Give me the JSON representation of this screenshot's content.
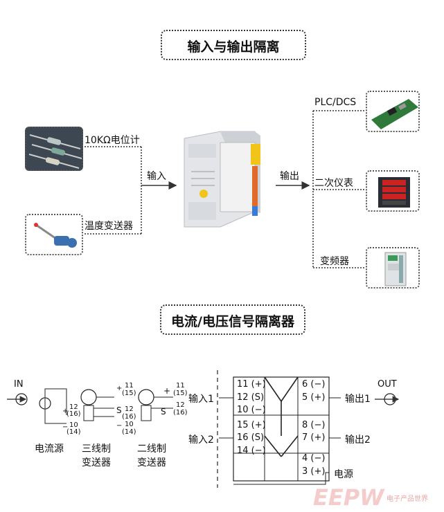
{
  "top": {
    "title": "输入与输出隔离",
    "input_sources": [
      "10KΩ电位计",
      "温度变送器"
    ],
    "input_arrow_label": "输入",
    "output_arrow_label": "输出",
    "outputs": [
      "PLC/DCS",
      "二次仪表",
      "变频器"
    ]
  },
  "bottom": {
    "title": "电流/电压信号隔离器",
    "in_label": "IN",
    "out_label": "OUT",
    "sources": {
      "current": "电流源",
      "three_wire": [
        "三线制",
        "变送器"
      ],
      "two_wire": [
        "二线制",
        "变送器"
      ]
    },
    "plus": "+",
    "minus": "−",
    "s": "S",
    "pins_left_terms": [
      "12",
      "(16)",
      "10",
      "(14)"
    ],
    "pins_right_terms": [
      "11",
      "(15)",
      "12",
      "(16)"
    ],
    "terminals_left": [
      "11 (+)",
      "12 (S)",
      "10 (−)",
      "15 (+)",
      "16 (S)",
      "14 (−)"
    ],
    "terminals_right": [
      "6 (−)",
      "5 (+)",
      "8 (−)",
      "7 (+)",
      "4 (−)",
      "3 (+)"
    ],
    "input_labels": [
      "输入1",
      "输入2"
    ],
    "output_labels": [
      "输出1",
      "输出2"
    ],
    "power_label": "电源"
  },
  "watermark": {
    "logo": "EEPW",
    "tagline": "电子产品世界"
  }
}
